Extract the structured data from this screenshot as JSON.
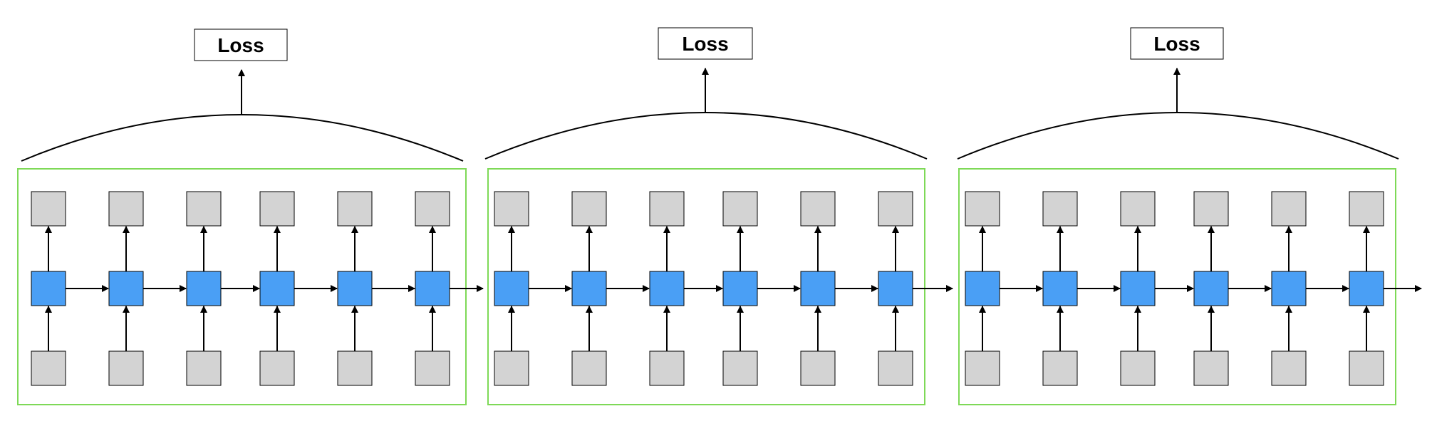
{
  "diagram": {
    "chunks": [
      {
        "loss_label": "Loss",
        "steps": 6
      },
      {
        "loss_label": "Loss",
        "steps": 6
      },
      {
        "loss_label": "Loss",
        "steps": 6
      }
    ]
  },
  "colors": {
    "hidden_fill": "#4a9ff5",
    "io_fill": "#d3d3d3",
    "chunk_border": "#7ed957",
    "stroke": "#000000",
    "background": "#ffffff"
  }
}
